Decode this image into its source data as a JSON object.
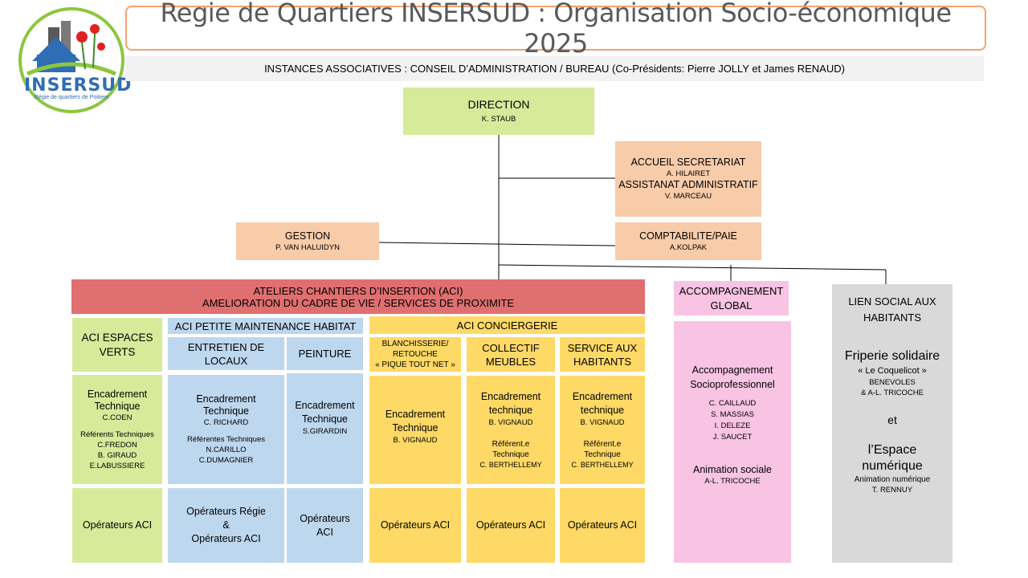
{
  "header": {
    "title": "Regie de Quartiers INSERSUD : Organisation Socio-économique 2025",
    "instances": "INSTANCES ASSOCIATIVES : CONSEIL D’ADMINISTRATION / BUREAU (Co-Présidents: Pierre JOLLY et James RENAUD)"
  },
  "logo": {
    "name": "INSERSUD",
    "subtitle": "Régie de quartiers de Poitiers"
  },
  "colors": {
    "title_border": "#f4a270",
    "green": "#d7ea9a",
    "peach": "#f8cba9",
    "red": "#e06f6f",
    "blue": "#bdd7ee",
    "yellow": "#ffd966",
    "pink": "#f9c4e3",
    "grey": "#d9d9d9",
    "logo_green": "#8cc63f",
    "logo_blue": "#2f6db5"
  },
  "direction": {
    "title": "DIRECTION",
    "name": "K. STAUB"
  },
  "accueil": {
    "title1": "ACCUEIL SECRETARIAT",
    "name1": "A. HILAIRET",
    "title2": "ASSISTANAT ADMINISTRATIF",
    "name2": "V. MARCEAU"
  },
  "gestion": {
    "title": "GESTION",
    "name": "P. VAN HALUIDYN"
  },
  "compta": {
    "title": "COMPTABILITE/PAIE",
    "name": "A.KOLPAK"
  },
  "aci": {
    "line1": "ATELIERS CHANTIERS D’INSERTION (ACI)",
    "line2": "AMELIORATION DU CADRE DE VIE / SERVICES DE PROXIMITE",
    "espaces_verts": {
      "title": "ACI ESPACES VERTS",
      "enc_title": "Encadrement Technique",
      "enc_name": "C.COEN",
      "ref_title": "Référents Techniques",
      "ref1": "C.FREDON",
      "ref2": "B. GIRAUD",
      "ref3": "E.LABUSSIERE",
      "operators": "Opérateurs ACI"
    },
    "petite_maintenance": {
      "title": "ACI PETITE MAINTENANCE HABITAT",
      "entretien": {
        "title": "ENTRETIEN DE LOCAUX",
        "enc_title": "Encadrement Technique",
        "enc_name": "C. RICHARD",
        "ref_title": "Référentes Techniques",
        "ref1": "N.CARILLO",
        "ref2": "C.DUMAGNIER",
        "op1": "Opérateurs Régie",
        "op2": "&",
        "op3": "Opérateurs ACI"
      },
      "peinture": {
        "title": "PEINTURE",
        "enc_title": "Encadrement Technique",
        "enc_name": "S.GIRARDIN",
        "operators": "Opérateurs ACI"
      }
    },
    "conciergerie": {
      "title": "ACI CONCIERGERIE",
      "blanchisserie": {
        "title1": "BLANCHISSERIE/",
        "title2": "RETOUCHE",
        "title3": "« PIQUE TOUT NET »",
        "enc_title": "Encadrement Technique",
        "enc_name": "B. VIGNAUD",
        "operators": "Opérateurs ACI"
      },
      "collectif": {
        "title": "COLLECTIF MEUBLES",
        "enc_title": "Encadrement technique",
        "enc_name": "B. VIGNAUD",
        "ref_title": "Référent.e Technique",
        "ref_name": "C. BERTHELLEMY",
        "operators": "Opérateurs ACI"
      },
      "service": {
        "title": "SERVICE AUX HABITANTS",
        "enc_title": "Encadrement technique",
        "enc_name": "B. VIGNAUD",
        "ref_title": "Référent.e Technique",
        "ref_name": "C. BERTHELLEMY",
        "operators": "Opérateurs ACI"
      }
    }
  },
  "accompagnement": {
    "title": "ACCOMPAGNEMENT GLOBAL",
    "socio_title": "Accompagnement Socioprofessionnel",
    "names": [
      "C. CAILLAUD",
      "S. MASSIAS",
      "I. DELEZE",
      "J. SAUCET"
    ],
    "anim_title": "Animation sociale",
    "anim_name": "A-L. TRICOCHE"
  },
  "lien_social": {
    "title": "LIEN SOCIAL AUX HABITANTS",
    "friperie": "Friperie solidaire",
    "coquelicot": "« Le Coquelicot »",
    "benevoles": "BENEVOLES",
    "benevoles_name": "& A-L. TRICOCHE",
    "et": "et",
    "espace": "l’Espace numérique",
    "anim_num": "Animation numérique",
    "anim_num_name": "T. RENNUY"
  }
}
